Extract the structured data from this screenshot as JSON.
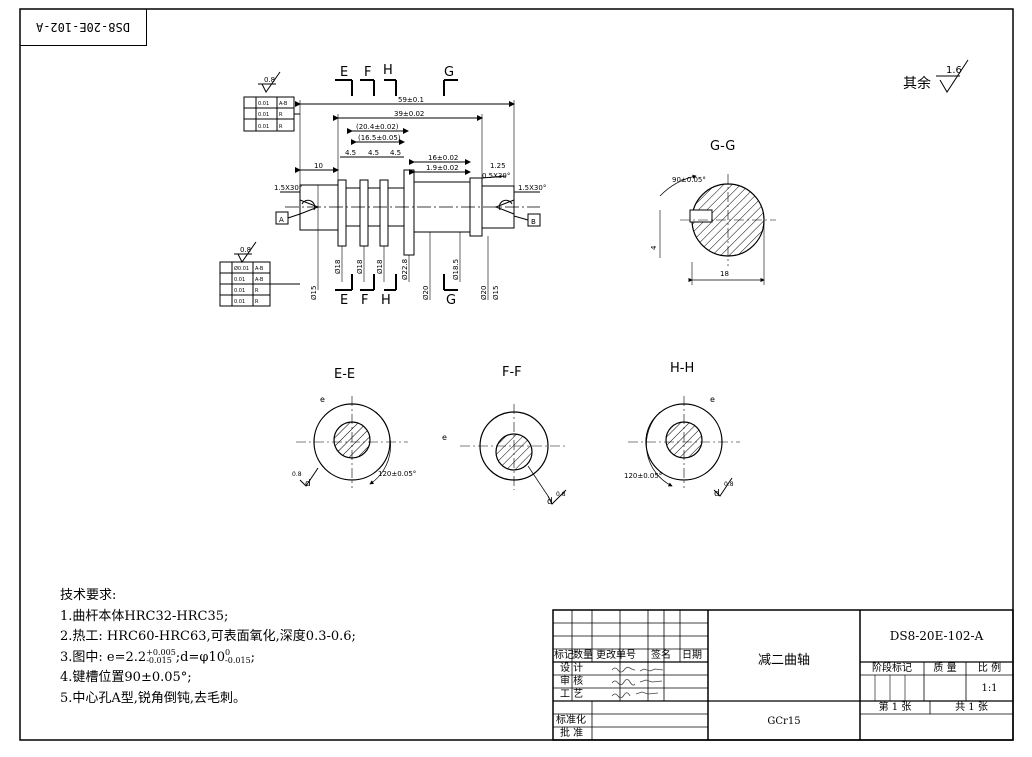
{
  "drawing": {
    "code_stamp": "DS8-20E-102-A",
    "surface_finish": {
      "label": "其余",
      "value": "1.6"
    }
  },
  "main_view": {
    "section_marks_top": [
      "E",
      "F",
      "H",
      "G"
    ],
    "section_marks_bottom": [
      "E",
      "F",
      "H",
      "G"
    ],
    "datum_labels": [
      "A",
      "B"
    ],
    "roughness_top": "0.8",
    "roughness_bottom": "0.8",
    "tolerance_frame_top": [
      {
        "tol": "0.01",
        "ref": "A-B"
      },
      {
        "tol": "0.01",
        "ref": "R"
      },
      {
        "tol": "0.01",
        "ref": "R"
      }
    ],
    "tolerance_frame_bottom": [
      {
        "tol": "Ø0.01",
        "ref": "A-B"
      },
      {
        "tol": "0.01",
        "ref": "A-B"
      },
      {
        "tol": "0.01",
        "ref": "R"
      },
      {
        "tol": "0.01",
        "ref": "R"
      }
    ],
    "dims": {
      "overall": "59±0.1",
      "inner": "39±0.02",
      "d20_4": "(20.4±0.02)",
      "d16_5": "(16.5±0.05)",
      "w4_5_a": "4.5",
      "w4_5_b": "4.5",
      "w4_5_c": "4.5",
      "d10": "10",
      "d16": "16±0.02",
      "d1_9": "1.9±0.02",
      "chamfer_left": "1.5X30°",
      "chamfer_right": "1.5X30°",
      "chamfer_small": "0.5X30°",
      "step_tol": "1.25",
      "dia_labels": [
        "Ø15",
        "Ø18",
        "Ø18",
        "Ø18",
        "Ø22.8",
        "Ø20",
        "Ø18.5",
        "Ø20",
        "Ø15"
      ]
    }
  },
  "section_gg": {
    "title": "G-G",
    "angle": "90±0.05°",
    "dim_depth": "4",
    "dim_width": "18"
  },
  "section_ee": {
    "title": "E-E",
    "e_label": "e",
    "angle": "120±0.05°",
    "roughness": "0.8",
    "roughness_d": "d"
  },
  "section_ff": {
    "title": "F-F",
    "e_label": "e",
    "roughness": "0.8",
    "roughness_d": "d"
  },
  "section_hh": {
    "title": "H-H",
    "e_label": "e",
    "angle": "120±0.05°",
    "roughness": "0.8",
    "roughness_d": "d"
  },
  "tech_req": {
    "title": "技术要求:",
    "item1": "1.曲杆本体HRC32-HRC35;",
    "item2": "2.热工: HRC60-HRC63,可表面氧化,深度0.3-0.6;",
    "item3_prefix": "3.图中: e=2.2",
    "item3_e_upper": "+0.005",
    "item3_e_lower": "-0.015",
    "item3_mid": ";d=φ10",
    "item3_d_upper": "0",
    "item3_d_lower": "-0.015",
    "item3_end": ";",
    "item4": "4.键槽位置90±0.05°;",
    "item5": "5.中心孔A型,锐角倒钝,去毛刺。"
  },
  "title_block": {
    "hdr_mark": "标记",
    "hdr_qty": "数量",
    "hdr_change": "更改单号",
    "hdr_sign": "签名",
    "hdr_date": "日期",
    "row_design": "设 计",
    "row_check": "审 核",
    "row_process": "工 艺",
    "row_standard": "标准化",
    "row_approve": "批 准",
    "part_name": "减二曲轴",
    "material": "GCr15",
    "drawing_no": "DS8-20E-102-A",
    "stage_label": "阶段标记",
    "weight_label": "质 量",
    "scale_label": "比 例",
    "scale_value": "1:1",
    "sheet_no": "第 1 张",
    "sheet_total": "共 1 张"
  }
}
